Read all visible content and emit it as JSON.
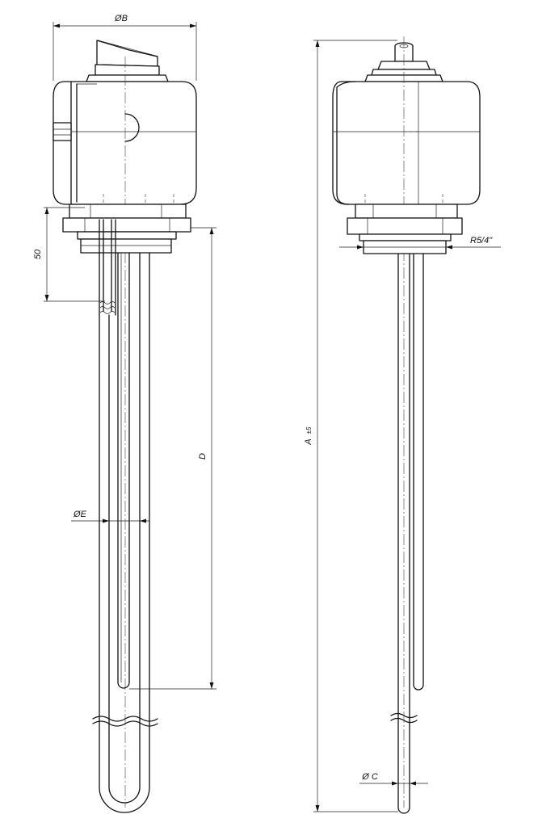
{
  "labels": {
    "diameter_b": "ØB",
    "dim_50": "50",
    "dim_d": "D",
    "diameter_e": "ØE",
    "dim_a": "A",
    "dim_a_tolerance": "±5",
    "thread": "R5/4\"",
    "diameter_c": "Ø C"
  }
}
